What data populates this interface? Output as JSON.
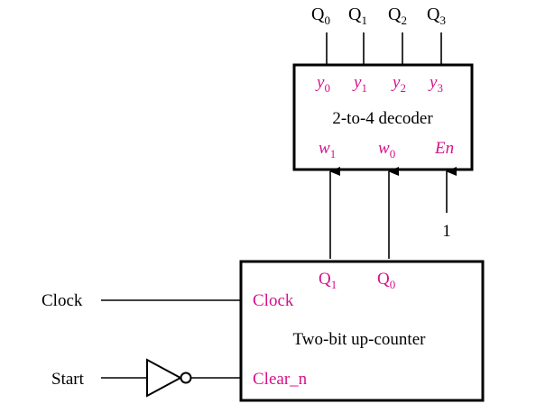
{
  "outputs": [
    {
      "base": "Q",
      "sub": "0"
    },
    {
      "base": "Q",
      "sub": "1"
    },
    {
      "base": "Q",
      "sub": "2"
    },
    {
      "base": "Q",
      "sub": "3"
    }
  ],
  "decoder": {
    "title": "2-to-4 decoder",
    "y_ports": [
      {
        "base": "y",
        "sub": "0"
      },
      {
        "base": "y",
        "sub": "1"
      },
      {
        "base": "y",
        "sub": "2"
      },
      {
        "base": "y",
        "sub": "3"
      }
    ],
    "w1": {
      "base": "w",
      "sub": "1"
    },
    "w0": {
      "base": "w",
      "sub": "0"
    },
    "en": "En",
    "en_value": "1"
  },
  "counter": {
    "title": "Two-bit up-counter",
    "q1": {
      "base": "Q",
      "sub": "1"
    },
    "q0": {
      "base": "Q",
      "sub": "0"
    },
    "clock_port": "Clock",
    "clear_port": "Clear_n"
  },
  "inputs": {
    "clock": "Clock",
    "start": "Start"
  },
  "colors": {
    "port_label": "#d6128a",
    "line": "#000000"
  }
}
